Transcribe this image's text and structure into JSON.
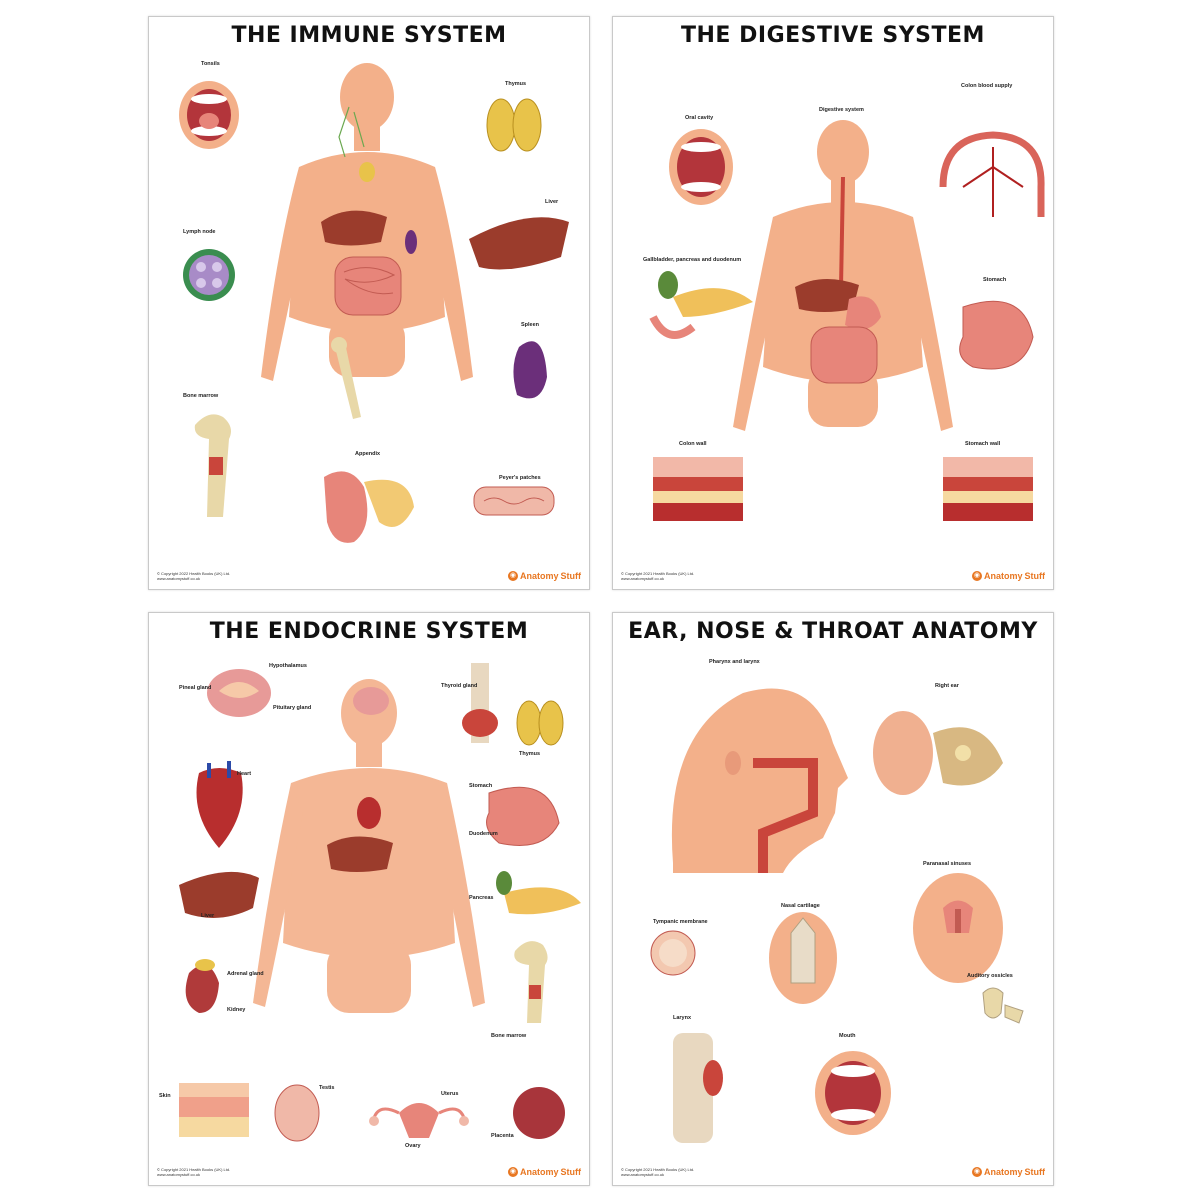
{
  "posters": [
    {
      "title": "THE IMMUNE SYSTEM",
      "labels": {
        "tonsils": "Tonsils",
        "thymus": "Thymus",
        "lymph_node": "Lymph node",
        "liver": "Liver",
        "spleen": "Spleen",
        "bone_marrow": "Bone marrow",
        "appendix": "Appendix",
        "peyers_patches": "Peyer's patches"
      },
      "copyright": "© Copyright 2022 Health Books (UK) Ltd.",
      "website": "www.anatomystuff.co.uk"
    },
    {
      "title": "THE DIGESTIVE SYSTEM",
      "labels": {
        "oral_cavity": "Oral cavity",
        "digestive_system": "Digestive system",
        "colon_blood_supply": "Colon blood supply",
        "gallbladder": "Gallbladder, pancreas and duodenum",
        "stomach": "Stomach",
        "colon_wall": "Colon wall",
        "stomach_wall": "Stomach wall"
      },
      "copyright": "© Copyright 2021 Health Books (UK) Ltd.",
      "website": "www.anatomystuff.co.uk"
    },
    {
      "title": "THE ENDOCRINE SYSTEM",
      "labels": {
        "pineal": "Pineal gland",
        "hypothalamus": "Hypothalamus",
        "pituitary": "Pituitary gland",
        "thyroid": "Thyroid gland",
        "thymus": "Thymus",
        "heart": "Heart",
        "stomach": "Stomach",
        "duodenum": "Duodenum",
        "liver": "Liver",
        "pancreas": "Pancreas",
        "adrenal": "Adrenal gland",
        "kidney": "Kidney",
        "bone_marrow": "Bone marrow",
        "skin": "Skin",
        "testis": "Testis",
        "uterus": "Uterus",
        "ovary": "Ovary",
        "placenta": "Placenta"
      },
      "copyright": "© Copyright 2021 Health Books (UK) Ltd.",
      "website": "www.anatomystuff.co.uk"
    },
    {
      "title": "EAR, NOSE & THROAT ANATOMY",
      "labels": {
        "pharynx": "Pharynx and larynx",
        "right_ear": "Right ear",
        "tympanic": "Tympanic membrane",
        "nasal": "Nasal cartilage",
        "paranasal": "Paranasal sinuses",
        "larynx": "Larynx",
        "mouth": "Mouth",
        "ossicles": "Auditory ossicles"
      },
      "copyright": "© Copyright 2021 Health Books (UK) Ltd.",
      "website": "www.anatomystuff.co.uk"
    }
  ],
  "brand": {
    "part1": "Anatomy",
    "part2": "Stuff"
  },
  "colors": {
    "skin": "#f3b08a",
    "organ_red": "#c9453b",
    "liver": "#9b3c2c",
    "brand": "#e87722"
  }
}
